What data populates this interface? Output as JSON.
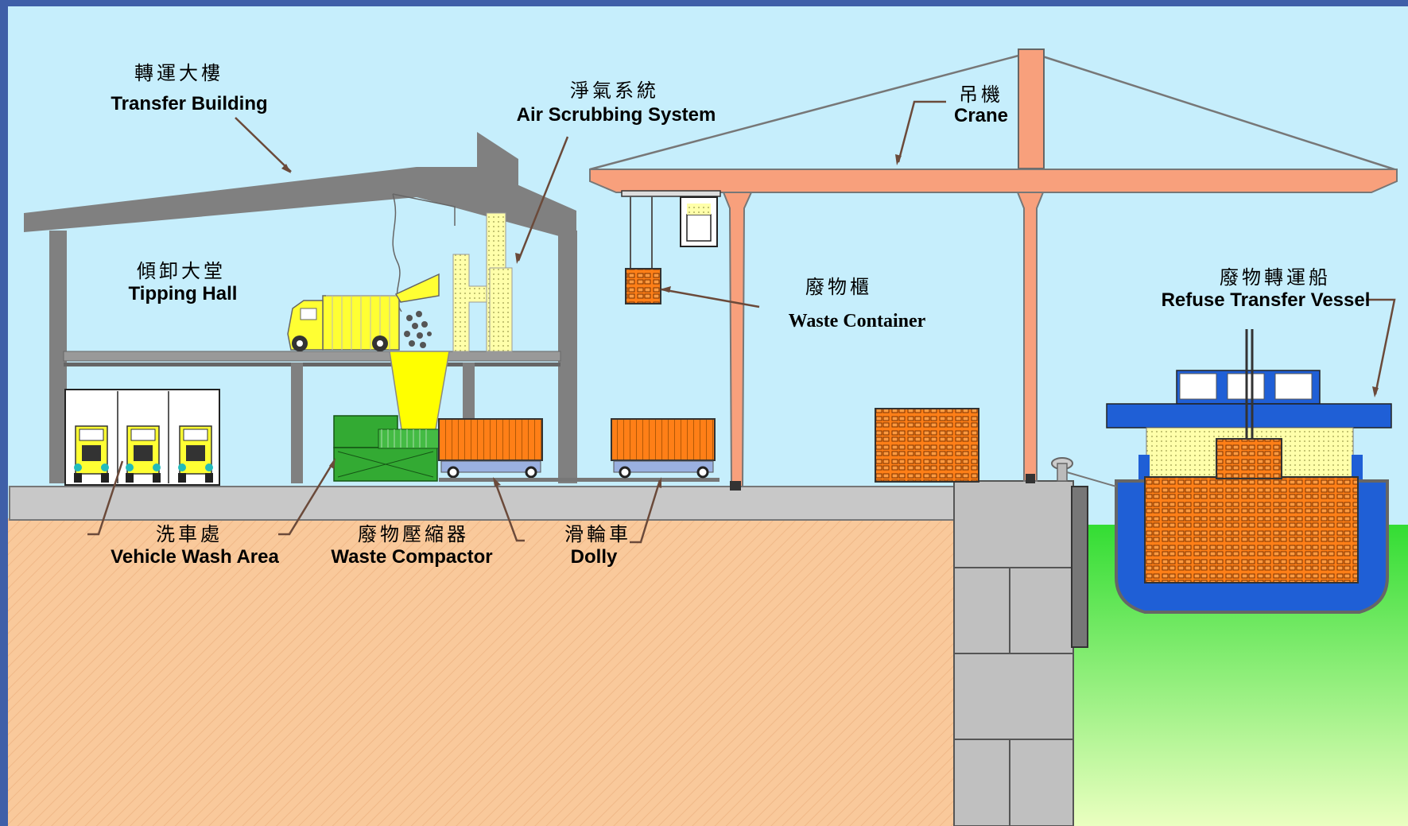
{
  "labels": {
    "transfer_building": {
      "zh": "轉運大樓",
      "en": "Transfer Building"
    },
    "air_scrubbing": {
      "zh": "淨氣系統",
      "en": "Air Scrubbing System"
    },
    "crane": {
      "zh": "吊機",
      "en": "Crane"
    },
    "tipping_hall": {
      "zh": "傾卸大堂",
      "en": "Tipping Hall"
    },
    "waste_container": {
      "zh": "廢物櫃",
      "en": "Waste Container"
    },
    "refuse_vessel": {
      "zh": "廢物轉運船",
      "en": "Refuse Transfer Vessel"
    },
    "vehicle_wash": {
      "zh": "洗車處",
      "en": "Vehicle Wash Area"
    },
    "waste_compactor": {
      "zh": "廢物壓縮器",
      "en": "Waste Compactor"
    },
    "dolly": {
      "zh": "滑輪車",
      "en": "Dolly"
    }
  },
  "colors": {
    "frame": "#3f5fa8",
    "sky": "#c6eefc",
    "building": "#808080",
    "crane": "#f8a07c",
    "container": "#ff7f17",
    "truck": "#ffff33",
    "compactor": "#33aa33",
    "vessel": "#1f5fd6",
    "ground": "#f9c99b",
    "water_top": "#33dd33",
    "water_bottom": "#eaffc0",
    "quay": "#c0c0c0"
  }
}
